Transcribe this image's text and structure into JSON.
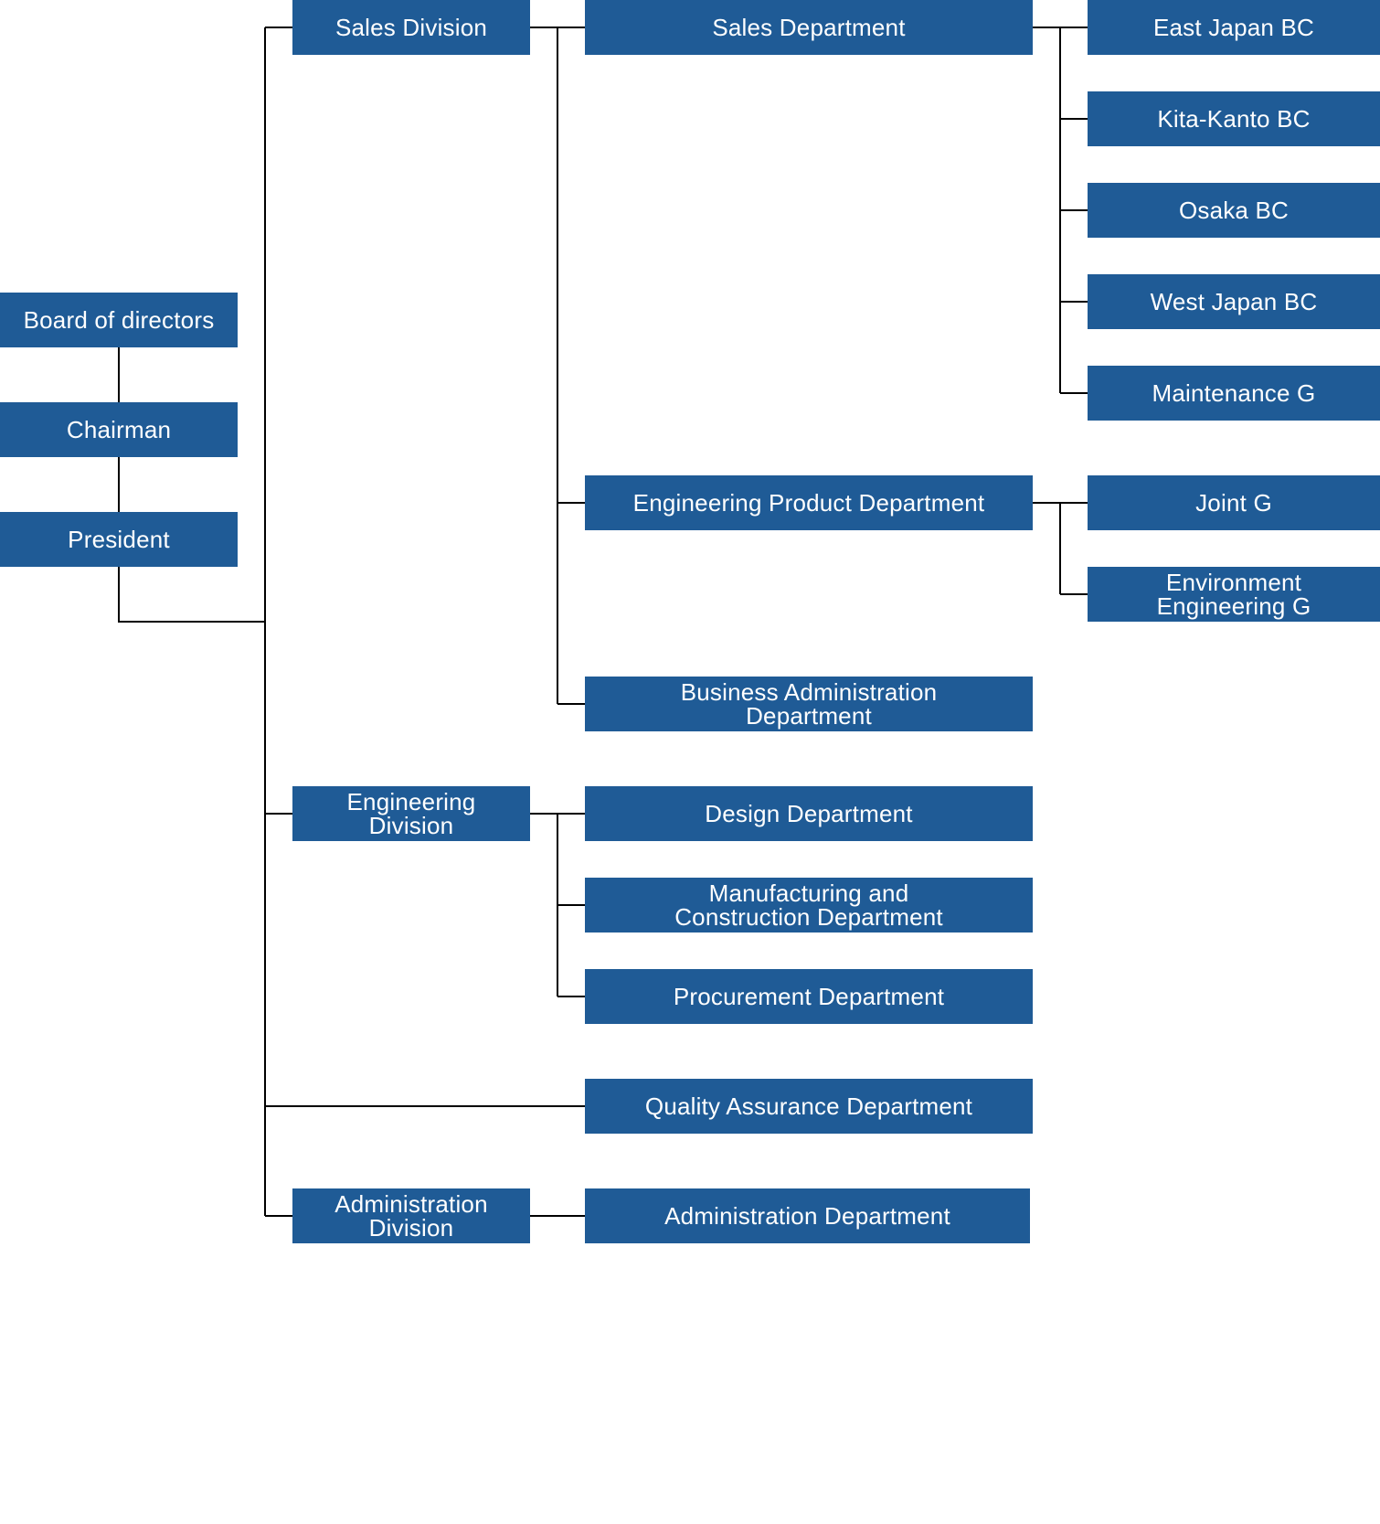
{
  "colors": {
    "box_fill": "#1f5b96",
    "box_text": "#ffffff",
    "connector": "#000000",
    "background": "#ffffff"
  },
  "org_chart": {
    "board": "Board of directors",
    "chairman": "Chairman",
    "president": "President",
    "divisions": {
      "sales": "Sales Division",
      "engineering": "Engineering\nDivision",
      "administration": "Administration\nDivision"
    },
    "departments": {
      "sales": "Sales Department",
      "engineering_product": "Engineering Product Department",
      "business_administration": "Business Administration\nDepartment",
      "design": "Design Department",
      "manufacturing_construction": "Manufacturing and\nConstruction Department",
      "procurement": "Procurement Department",
      "quality_assurance": "Quality Assurance Department",
      "administration": "Administration Department"
    },
    "groups": {
      "east_japan": "East Japan BC",
      "kita_kanto": "Kita-Kanto BC",
      "osaka": "Osaka BC",
      "west_japan": "West Japan BC",
      "maintenance": "Maintenance G",
      "joint": "Joint G",
      "environment_engineering": "Environment\nEngineering G"
    }
  }
}
